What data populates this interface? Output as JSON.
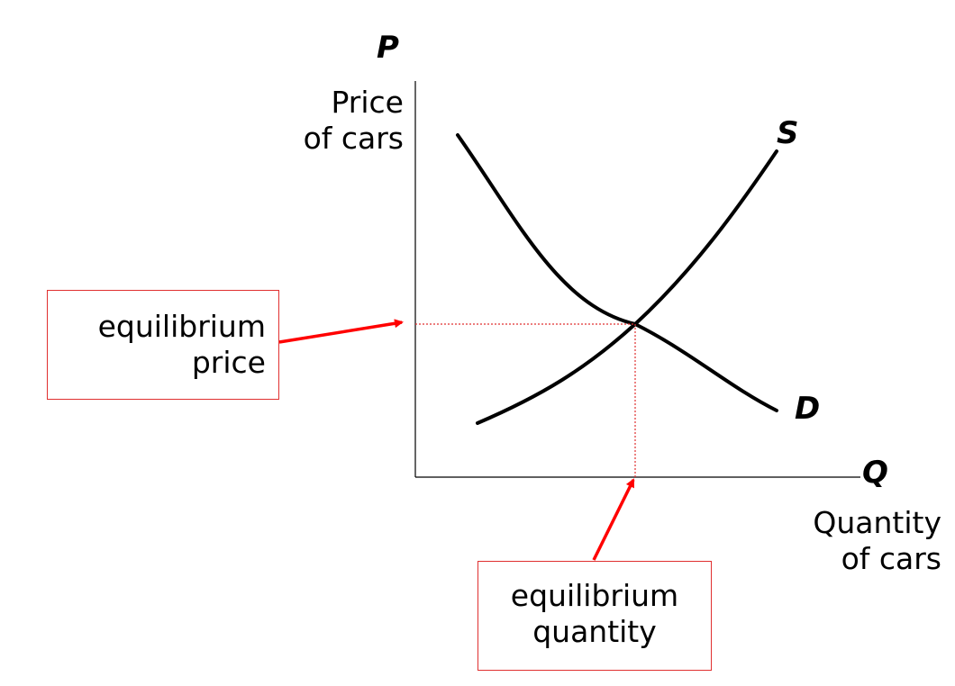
{
  "axes": {
    "y_symbol": "P",
    "y_label_line1": "Price",
    "y_label_line2": "of cars",
    "x_symbol": "Q",
    "x_label_line1": "Quantity",
    "x_label_line2": "of cars"
  },
  "curves": {
    "supply_label": "S",
    "demand_label": "D"
  },
  "callouts": {
    "price_line1": "equilibrium",
    "price_line2": "price",
    "quantity_line1": "equilibrium",
    "quantity_line2": "quantity"
  },
  "colors": {
    "curve": "#000000",
    "callout_border": "#e03030",
    "arrow": "#ff0000",
    "guide_line": "#e03030"
  }
}
